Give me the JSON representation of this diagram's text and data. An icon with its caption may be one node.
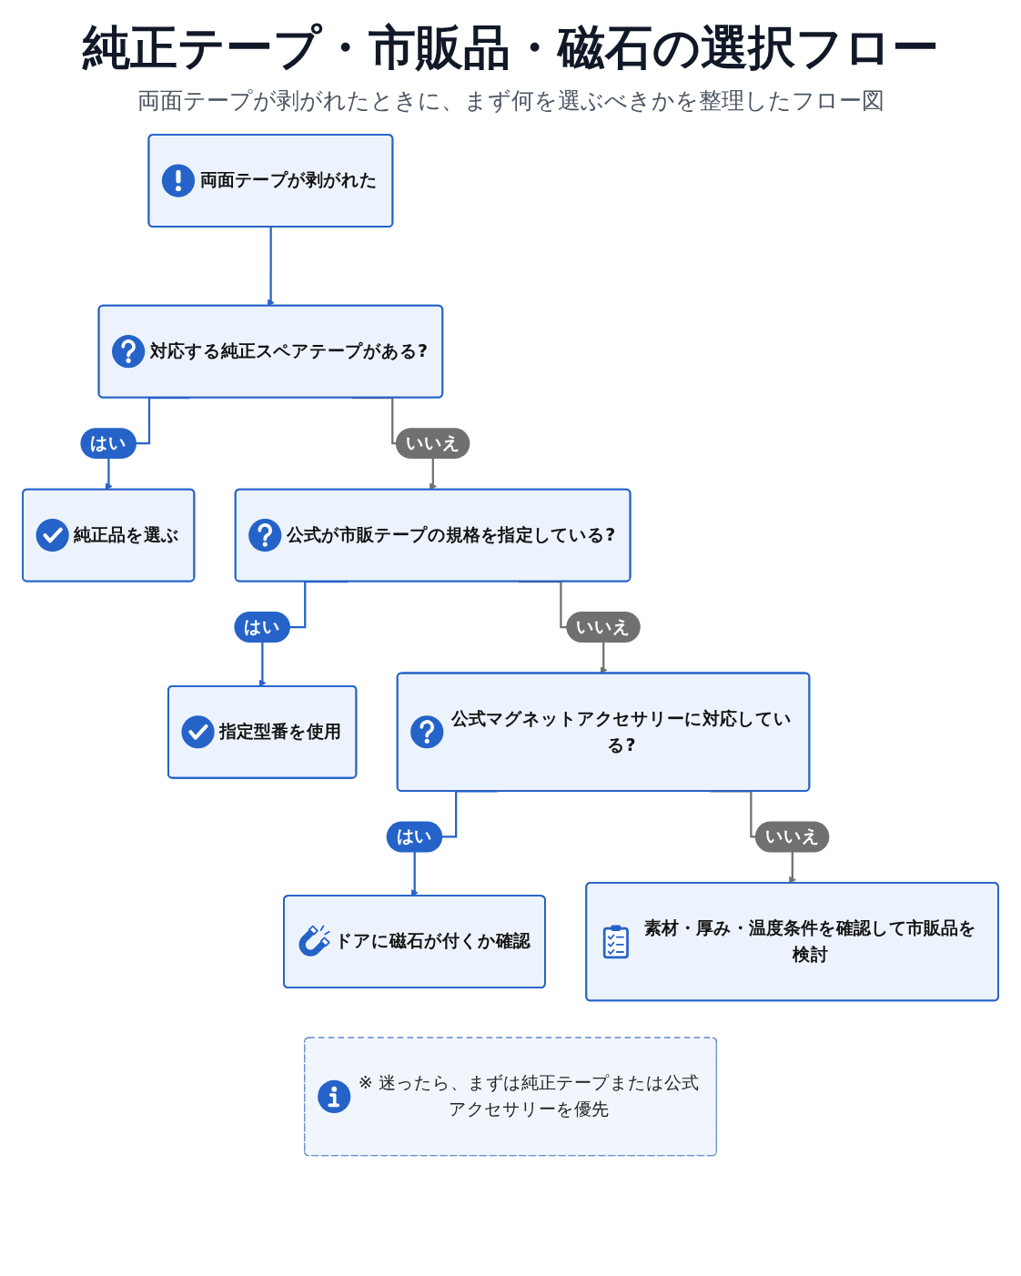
{
  "diagram": {
    "title": "純正テープ・市販品・磁石の選択フロー",
    "nodes": [
      {
        "text": [
          "両面テープが剥がれた"
        ]
      },
      {
        "text": [
          "対応する純正スペアテープがある?"
        ]
      },
      {
        "text": [
          "純正品を選ぶ"
        ]
      },
      {
        "text": [
          "公式が市販テープの規格を指定している?"
        ]
      },
      {
        "text": [
          "指定型番を使用"
        ]
      },
      {
        "text": [
          "公式マグネットアクセサリーに対応している?"
        ]
      },
      {
        "text": [
          "ドアに磁石が付くか確認"
        ]
      },
      {
        "text": [
          "素材・厚み・温度条件を確認して市販品を検討"
        ]
      },
      {
        "text": [
          "※ 迷ったら、まずは純正テープまたは公式アクセサリーを優先"
        ]
      }
    ],
    "edges": [
      {
        "from": 0,
        "to": 1,
        "arrow": "to"
      },
      {
        "from": 1,
        "to": 2,
        "arrow": "to",
        "label": "はい"
      },
      {
        "from": 1,
        "to": 3,
        "arrow": "to",
        "label": "いいえ",
        "color": "#707070"
      },
      {
        "from": 3,
        "to": 4,
        "arrow": "to",
        "label": "はい"
      },
      {
        "from": 3,
        "to": 5,
        "arrow": "to",
        "label": "いいえ",
        "color": "#707070"
      },
      {
        "from": 5,
        "to": 6,
        "arrow": "to",
        "label": "はい"
      },
      {
        "from": 5,
        "to": 7,
        "arrow": "to",
        "label": "いいえ",
        "color": "#707070"
      }
    ],
    "labels": [
      "両面テープが剥がれたときに、まず何を選ぶべきかを整理したフロー図"
    ]
  }
}
